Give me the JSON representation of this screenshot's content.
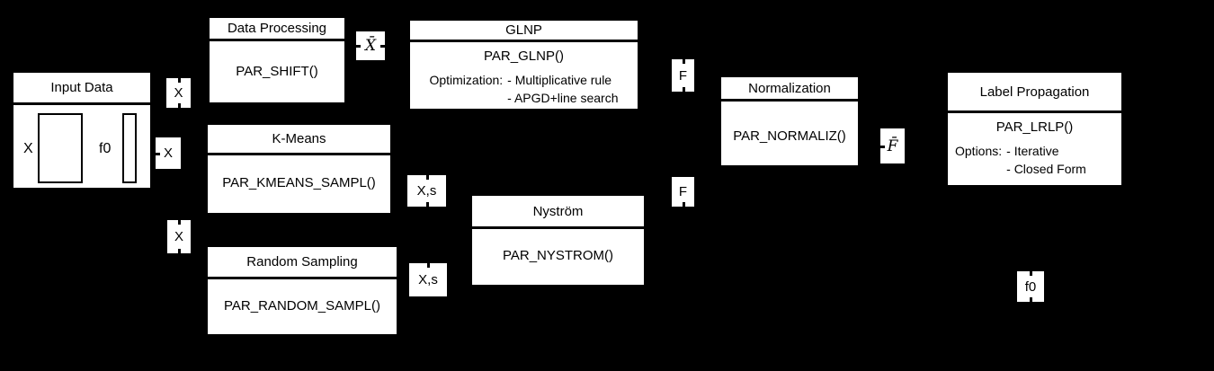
{
  "colors": {
    "background": "#000000",
    "node_fill": "#ffffff",
    "node_border": "#000000",
    "text": "#000000"
  },
  "nodes": {
    "input_data": {
      "title": "Input Data",
      "matrix_label": "X",
      "vector_label": "f0"
    },
    "data_processing": {
      "title": "Data Processing",
      "body": "PAR_SHIFT()"
    },
    "kmeans": {
      "title": "K-Means",
      "body": "PAR_KMEANS_SAMPL()"
    },
    "random_sampling": {
      "title": "Random Sampling",
      "body": "PAR_RANDOM_SAMPL()"
    },
    "glnp": {
      "title": "GLNP",
      "body": "PAR_GLNP()",
      "options_label": "Optimization:",
      "options": [
        "- Multiplicative rule",
        "- APGD+line search"
      ]
    },
    "nystrom": {
      "title": "Nyström",
      "body": "PAR_NYSTROM()"
    },
    "normalization": {
      "title": "Normalization",
      "body": "PAR_NORMALIZ()"
    },
    "label_propagation": {
      "title": "Label Propagation",
      "body": "PAR_LRLP()",
      "options_label": "Options:",
      "options": [
        "- Iterative",
        "- Closed Form"
      ]
    }
  },
  "edge_labels": {
    "x_top": "X",
    "x_mid": "X",
    "x_low": "X",
    "x_bar": "X̄",
    "xs_top": "X,s",
    "xs_low": "X,s",
    "f_top": "F",
    "f_low": "F",
    "f_bar": "F̄",
    "f0": "f0"
  }
}
